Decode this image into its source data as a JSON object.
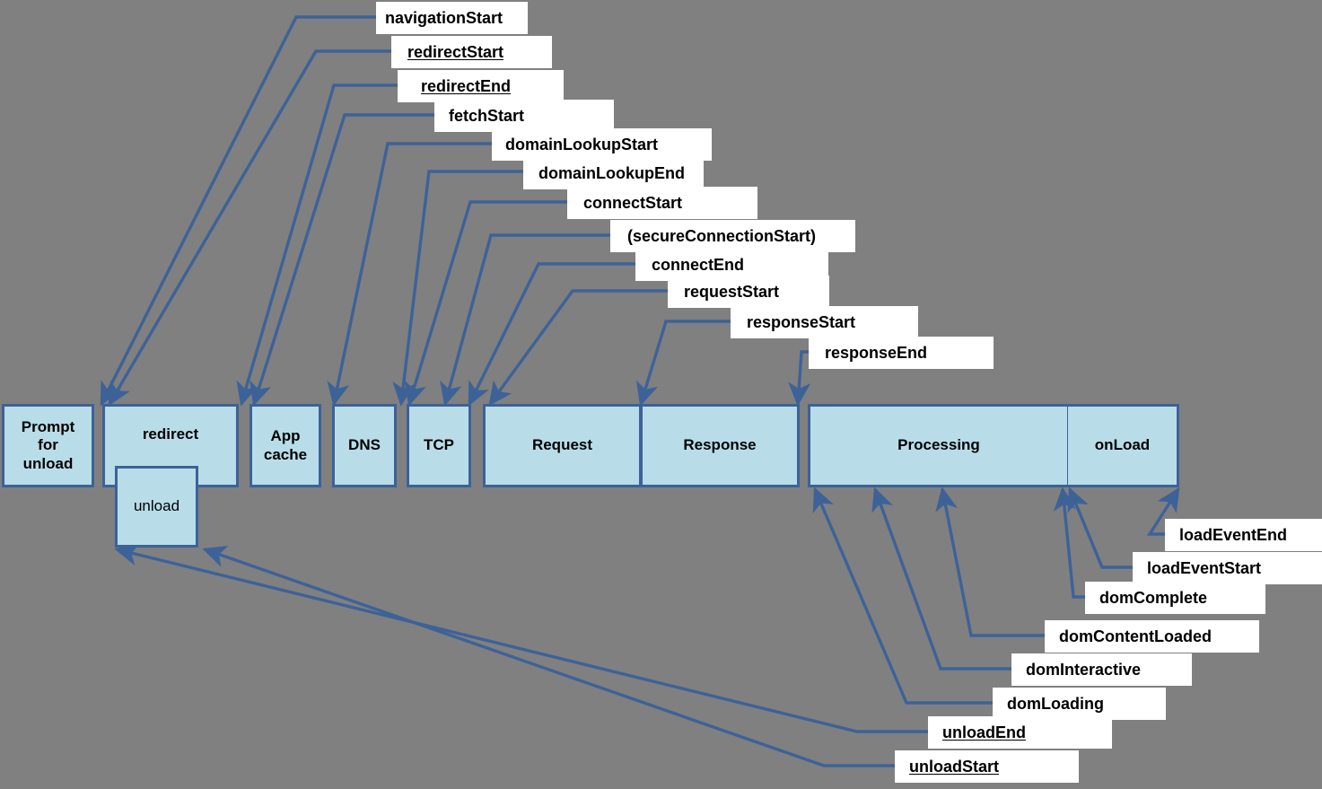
{
  "diagram": {
    "title": "Navigation Timing processing model",
    "background_color": "#808080",
    "box_fill_color": "#b8dde8",
    "box_border_color": "#3d6298",
    "label_fill_color": "#ffffff",
    "connector_color": "#3d6298",
    "text_color": "#000000"
  },
  "timeline": {
    "phases": [
      {
        "id": "prompt-for-unload",
        "label": "Prompt\nfor\nunload",
        "lines": [
          "Prompt",
          "for",
          "unload"
        ]
      },
      {
        "id": "redirect",
        "label": "redirect",
        "lines": [
          "redirect"
        ]
      },
      {
        "id": "unload",
        "label": "unload",
        "lines": [
          "unload"
        ]
      },
      {
        "id": "app-cache",
        "label": "App\ncache",
        "lines": [
          "App",
          "cache"
        ]
      },
      {
        "id": "dns",
        "label": "DNS",
        "lines": [
          "DNS"
        ]
      },
      {
        "id": "tcp",
        "label": "TCP",
        "lines": [
          "TCP"
        ]
      },
      {
        "id": "request",
        "label": "Request",
        "lines": [
          "Request"
        ]
      },
      {
        "id": "response",
        "label": "Response",
        "lines": [
          "Response"
        ]
      },
      {
        "id": "processing",
        "label": "Processing",
        "lines": [
          "Processing"
        ]
      },
      {
        "id": "onload",
        "label": "onLoad",
        "lines": [
          "onLoad"
        ]
      }
    ]
  },
  "top_labels": [
    {
      "id": "navigationStart",
      "text": "navigationStart",
      "underlined": false
    },
    {
      "id": "redirectStart",
      "text": "redirectStart",
      "underlined": true
    },
    {
      "id": "redirectEnd",
      "text": "redirectEnd",
      "underlined": true
    },
    {
      "id": "fetchStart",
      "text": "fetchStart",
      "underlined": false
    },
    {
      "id": "domainLookupStart",
      "text": "domainLookupStart",
      "underlined": false
    },
    {
      "id": "domainLookupEnd",
      "text": "domainLookupEnd",
      "underlined": false
    },
    {
      "id": "connectStart",
      "text": "connectStart",
      "underlined": false
    },
    {
      "id": "secureConnectionStart",
      "text": "(secureConnectionStart)",
      "underlined": false
    },
    {
      "id": "connectEnd",
      "text": "connectEnd",
      "underlined": false
    },
    {
      "id": "requestStart",
      "text": "requestStart",
      "underlined": false
    },
    {
      "id": "responseStart",
      "text": "responseStart",
      "underlined": false
    },
    {
      "id": "responseEnd",
      "text": "responseEnd",
      "underlined": false
    }
  ],
  "bottom_labels": [
    {
      "id": "loadEventEnd",
      "text": "loadEventEnd",
      "underlined": false
    },
    {
      "id": "loadEventStart",
      "text": "loadEventStart",
      "underlined": false
    },
    {
      "id": "domComplete",
      "text": "domComplete",
      "underlined": false
    },
    {
      "id": "domContentLoaded",
      "text": "domContentLoaded",
      "underlined": false
    },
    {
      "id": "domInteractive",
      "text": "domInteractive",
      "underlined": false
    },
    {
      "id": "domLoading",
      "text": "domLoading",
      "underlined": false
    },
    {
      "id": "unloadEnd",
      "text": "unloadEnd",
      "underlined": true
    },
    {
      "id": "unloadStart",
      "text": "unloadStart",
      "underlined": true
    }
  ]
}
